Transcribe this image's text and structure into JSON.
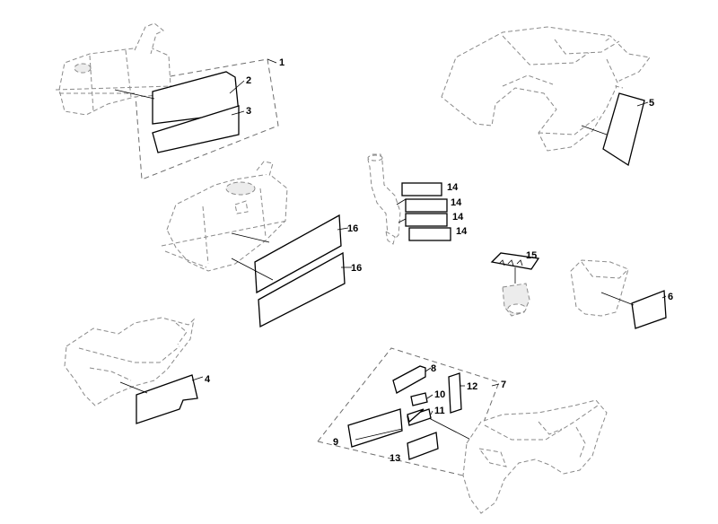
{
  "callouts": {
    "c1": "1",
    "c2": "2",
    "c3": "3",
    "c4": "4",
    "c5": "5",
    "c6": "6",
    "c7": "7",
    "c8": "8",
    "c9": "9",
    "c10": "10",
    "c11": "11",
    "c12": "12",
    "c13": "13",
    "c14a": "14",
    "c14b": "14",
    "c14c": "14",
    "c14d": "14",
    "c15": "15",
    "c16a": "16",
    "c16b": "16"
  }
}
